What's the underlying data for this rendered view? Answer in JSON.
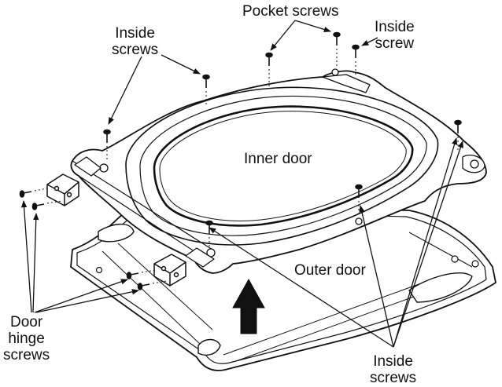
{
  "labels": {
    "pocket_screws": "Pocket screws",
    "inside_screw_top": [
      "Inside",
      "screw"
    ],
    "inside_screws_left": [
      "Inside",
      "screws"
    ],
    "inner_door": "Inner door",
    "outer_door": "Outer door",
    "door_hinge_screws": [
      "Door",
      "hinge",
      "screws"
    ],
    "inside_screws_bottom": [
      "Inside",
      "screws"
    ]
  },
  "colors": {
    "line": "#111111",
    "fill": "#ffffff",
    "shade": "#d9d9d9"
  }
}
